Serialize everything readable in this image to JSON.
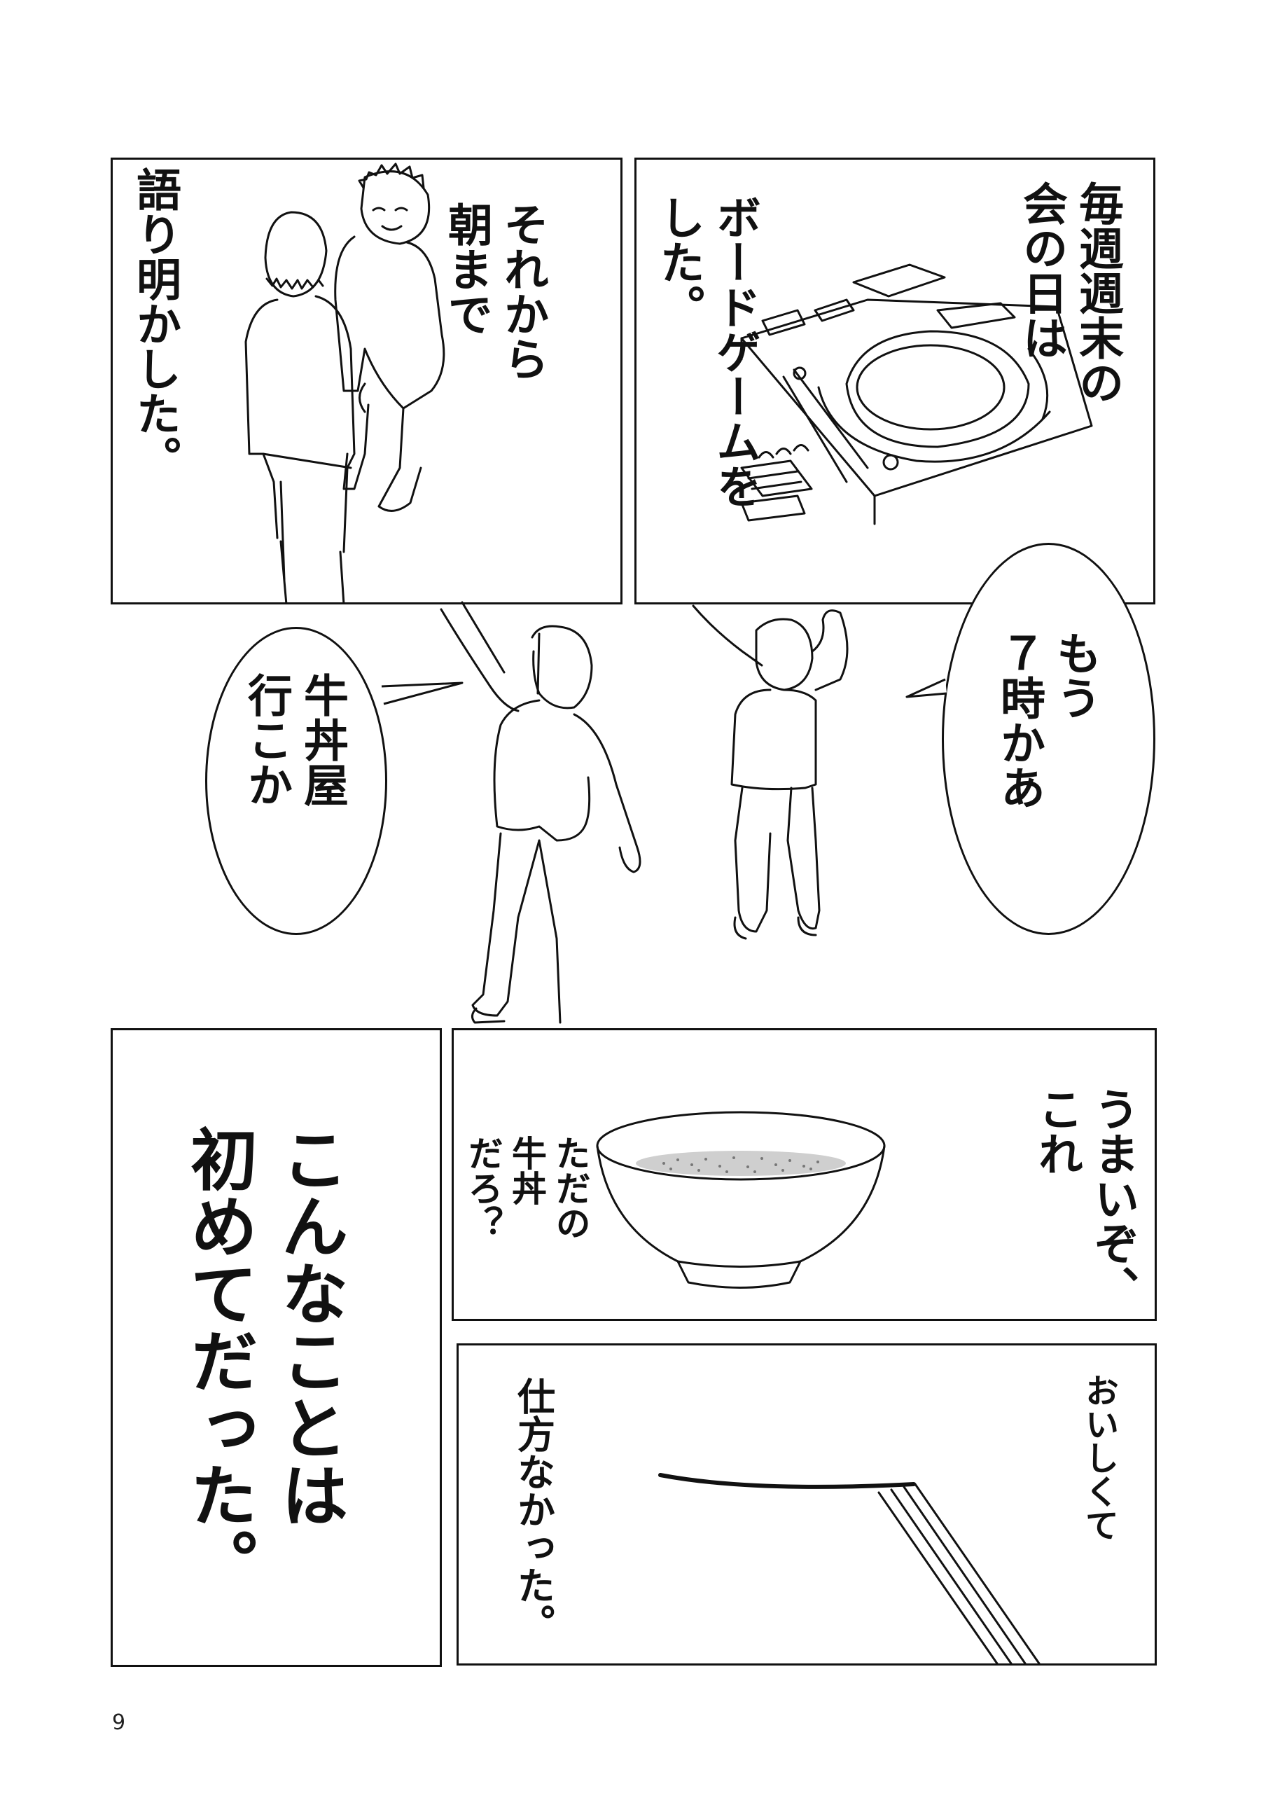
{
  "page": {
    "page_number": "9"
  },
  "panels": {
    "board_game": {
      "caption_1": "毎週週末の\n会の日は",
      "caption_2": "ボードゲームを\nした。"
    },
    "talking": {
      "caption_1": "それから\n朝まで",
      "caption_2": "語り明かした。"
    },
    "morning": {
      "balloon_right": "もう\n７時かあ",
      "balloon_left": "牛丼屋\n行こか"
    },
    "bowl": {
      "caption_1": "うまいぞ、\nこれ",
      "caption_2": "ただの\n牛丼\nだろ？"
    },
    "first_time": {
      "caption": "こんなことは\n初めてだった。"
    },
    "chopsticks": {
      "caption_1": "おいしくて",
      "caption_2": "仕方なかった。"
    }
  }
}
